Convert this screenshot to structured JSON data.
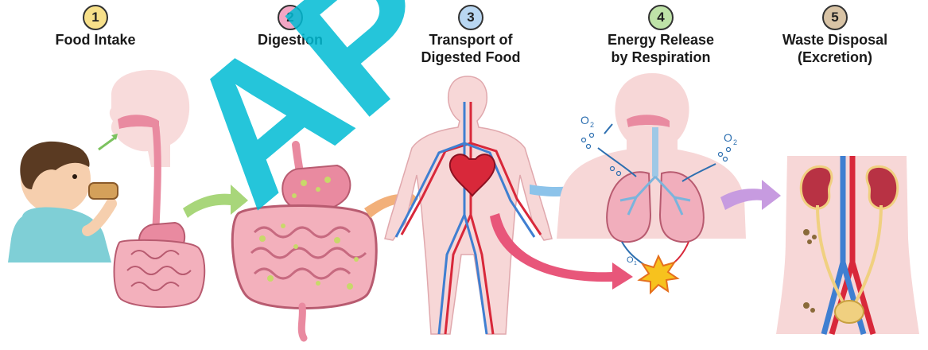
{
  "steps": [
    {
      "number": "1",
      "title_line1": "Food Intake",
      "title_line2": "",
      "color": "#f7e08a"
    },
    {
      "number": "2",
      "title_line1": "Digestion",
      "title_line2": "",
      "color": "#f3a6c4"
    },
    {
      "number": "3",
      "title_line1": "Transport of",
      "title_line2": "Digested Food",
      "color": "#b9d7f2"
    },
    {
      "number": "4",
      "title_line1": "Energy Release",
      "title_line2": "by Respiration",
      "color": "#bfe3a8"
    },
    {
      "number": "5",
      "title_line1": "Waste Disposal",
      "title_line2": "(Excretion)",
      "color": "#d8c3a5"
    }
  ],
  "labels": {
    "o2_left": "O",
    "o2_left_sub": "2",
    "o2_right": "O",
    "o2_right_sub": "2",
    "o1": "O",
    "o1_sub": "1"
  },
  "watermark": {
    "text": "AP",
    "color": "#00bcd4"
  },
  "colors": {
    "skin": "#f7d7d7",
    "organ": "#e98aa0",
    "artery": "#d8283a",
    "vein": "#3f7fd1",
    "arrow_green": "#a8d67a",
    "arrow_orange": "#f2b07a",
    "arrow_blue": "#8cc3ea",
    "arrow_purple": "#c79be0",
    "arrow_pink": "#e8567a",
    "kidney": "#b83244",
    "food": "#c8d86a"
  }
}
